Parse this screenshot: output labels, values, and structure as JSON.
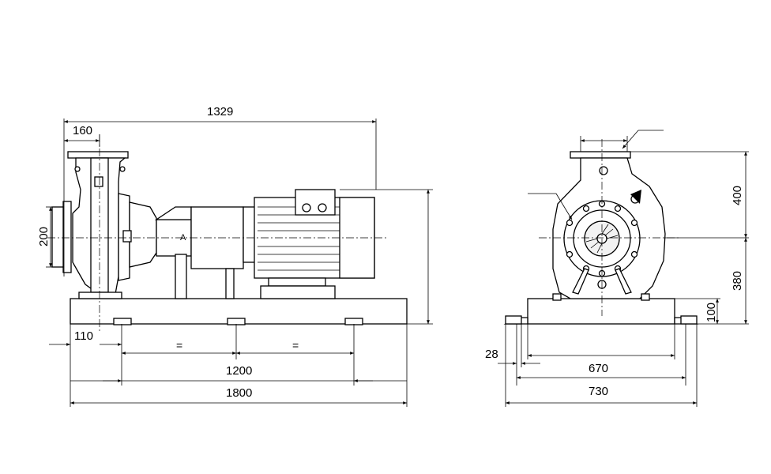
{
  "drawing": {
    "side_view": {
      "dimensions": {
        "overall_length": "1329",
        "inlet_offset": "160",
        "outlet_height": "200",
        "foot_offset": "110",
        "equal_left": "=",
        "equal_right": "=",
        "bolt_spacing": "1200",
        "base_length": "1800"
      },
      "motor_marker": "A"
    },
    "end_view": {
      "dimensions": {
        "upper_height": "400",
        "lower_height": "380",
        "base_height": "100",
        "edge_offset": "28",
        "bolt_width": "670",
        "base_width": "730"
      }
    }
  }
}
